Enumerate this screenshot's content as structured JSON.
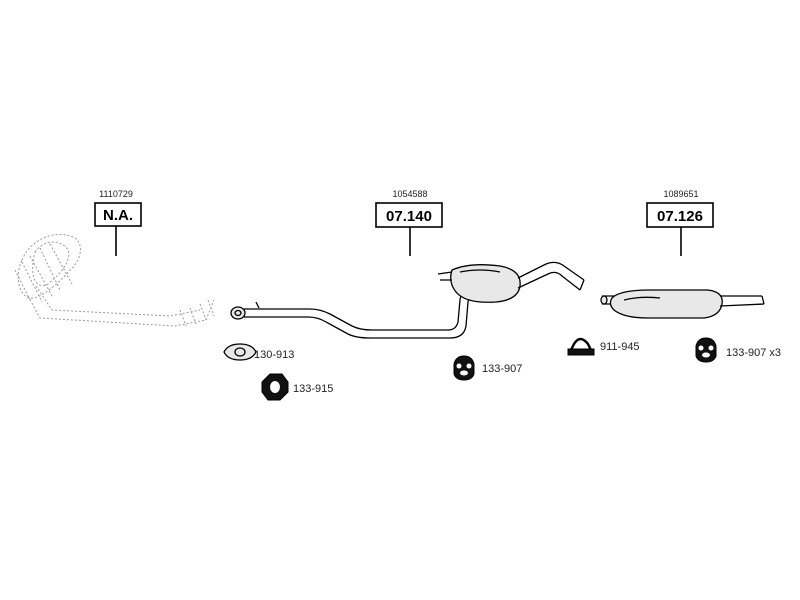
{
  "parts": [
    {
      "original_number": "1110729",
      "code": "N.A."
    },
    {
      "original_number": "1054588",
      "code": "07.140"
    },
    {
      "original_number": "1089651",
      "code": "07.126"
    }
  ],
  "accessories": [
    {
      "label": "130-913",
      "icon": "gasket-icon"
    },
    {
      "label": "133-915",
      "icon": "rubber-mount-icon"
    },
    {
      "label": "133-907",
      "icon": "rubber-hanger-icon"
    },
    {
      "label": "911-945",
      "icon": "u-clamp-icon"
    },
    {
      "label": "133-907 x3",
      "icon": "rubber-hanger-icon"
    }
  ]
}
